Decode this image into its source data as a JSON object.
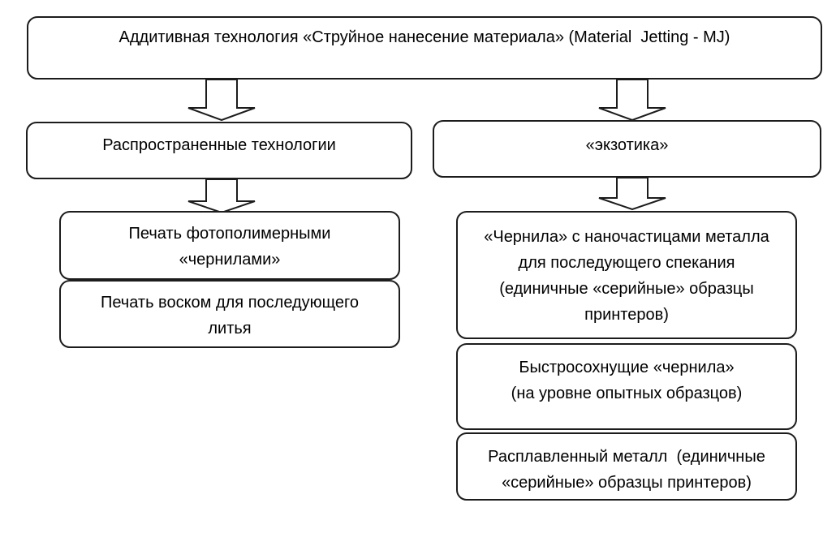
{
  "colors": {
    "background": "#ffffff",
    "node_fill": "#ffffff",
    "node_border": "#1c1c1c",
    "text": "#000000"
  },
  "diagram": {
    "root": {
      "text": "Аддитивная технология «Струйное нанесение материала» (Material  Jetting - MJ)",
      "lines": [
        "Аддитивная технология «Струйное нанесение материала» (Material  Jetting - MJ)"
      ]
    },
    "branches": [
      {
        "header": {
          "text": "Распространенные технологии",
          "lines": [
            "Распространенные технологии"
          ]
        },
        "items": [
          {
            "text": "Печать фотополимерными «чернилами»",
            "lines": [
              "Печать фотополимерными",
              "«чернилами»"
            ]
          },
          {
            "text": "Печать воском для последующего литья",
            "lines": [
              "Печать воском для последующего",
              "литья"
            ]
          }
        ]
      },
      {
        "header": {
          "text": "«экзотика»",
          "lines": [
            "«экзотика»"
          ]
        },
        "items": [
          {
            "text": "«Чернила» с наночастицами металла для последующего спекания (единичные «серийные» образцы принтеров)",
            "lines": [
              "«Чернила» с наночастицами металла",
              "для последующего спекания",
              "(единичные «серийные» образцы",
              "принтеров)"
            ]
          },
          {
            "text": "Быстросохнущие «чернила» (на уровне опытных образцов)",
            "lines": [
              "Быстросохнущие «чернила»",
              "(на уровне опытных образцов)"
            ]
          },
          {
            "text": "Расплавленный металл  (единичные «серийные» образцы принтеров)",
            "lines": [
              "Расплавленный металл  (единичные",
              "«серийные» образцы принтеров)"
            ]
          }
        ]
      }
    ]
  }
}
